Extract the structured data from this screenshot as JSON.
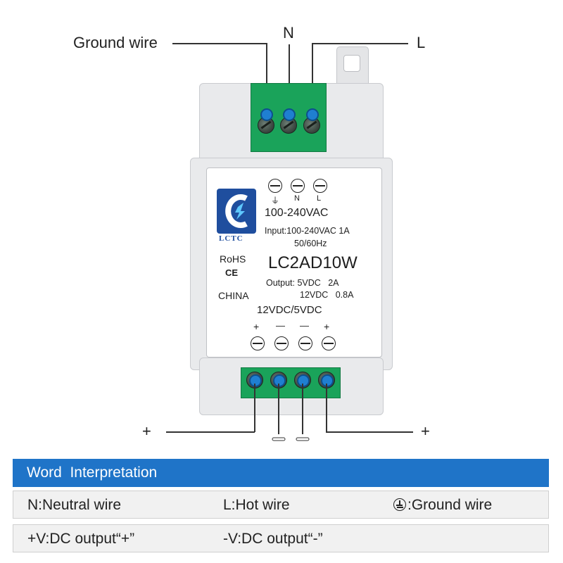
{
  "callouts": {
    "ground_wire": "Ground wire",
    "n": "N",
    "l": "L",
    "plus_left": "+",
    "plus_right": "+"
  },
  "panel": {
    "symbol_labels": [
      "⏚",
      "N",
      "L"
    ],
    "logo_text": "LCTC",
    "input_range": "100-240VAC",
    "input_line": "Input:100-240VAC 1A",
    "frequency": "50/60Hz",
    "rohs": "RoHS",
    "ce": "CE",
    "model": "LC2AD10W",
    "output_line1": "Output: 5VDC   2A",
    "output_line2": "12VDC   0.8A",
    "china": "CHINA",
    "output_voltages": "12VDC/5VDC",
    "polarity": [
      "+",
      "—",
      "—",
      "+"
    ]
  },
  "legend": {
    "title": "Word  Interpretation",
    "row1": [
      "N:Neutral wire",
      "L:Hot wire",
      ":Ground wire"
    ],
    "row2": [
      "+V:DC output“+”",
      "-V:DC output“-”"
    ]
  },
  "colors": {
    "terminal_green": "#1aa35a",
    "screw_blue": "#1f7fd1",
    "legend_bar_blue": "#1f74c8",
    "logo_blue": "#1f4e9e"
  }
}
